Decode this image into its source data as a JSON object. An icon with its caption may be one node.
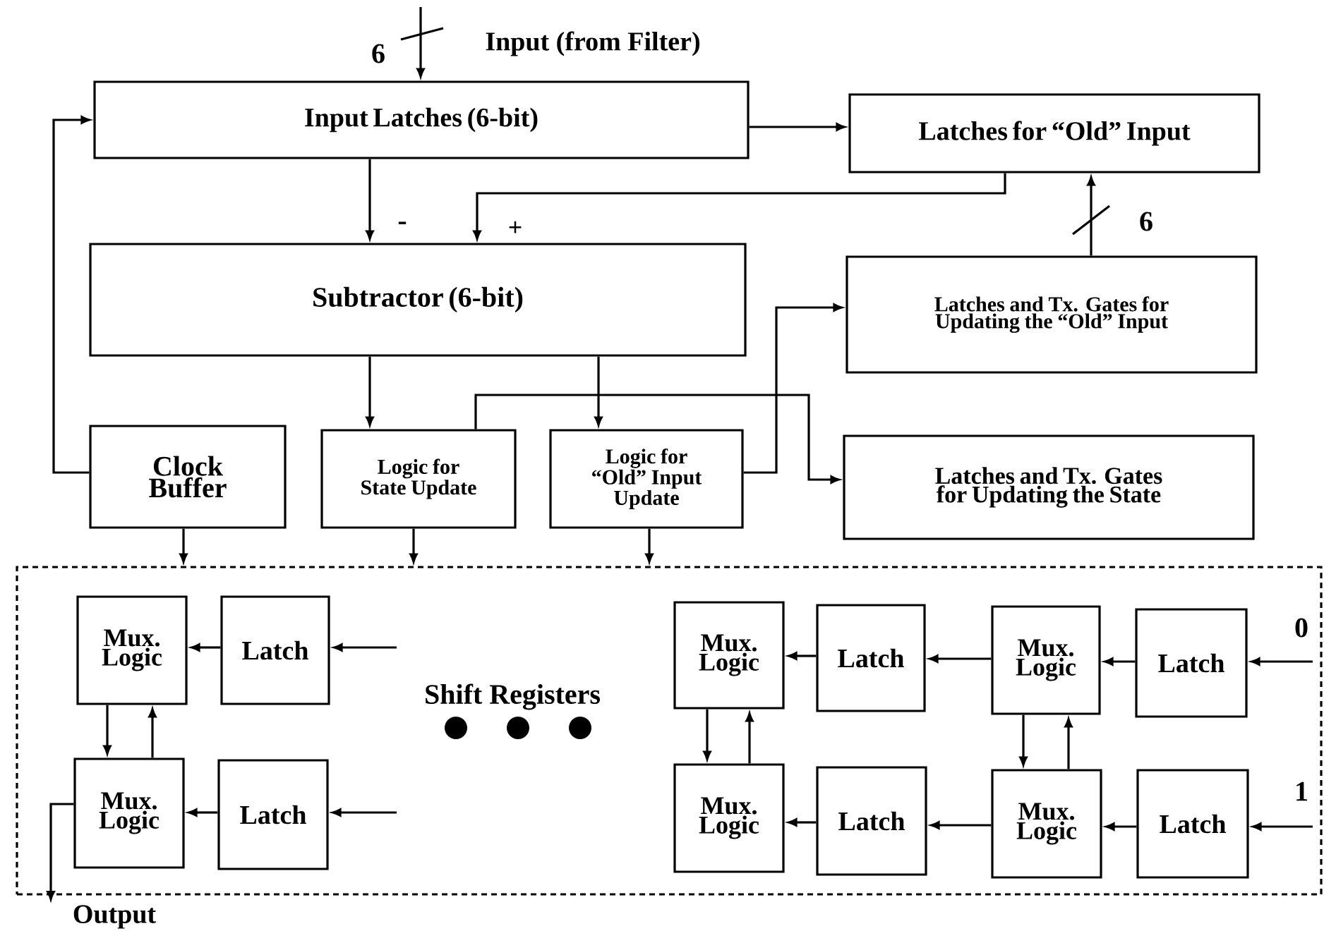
{
  "diagram": {
    "nodes": [
      {
        "text": [
          "Input Latches (6-bit)"
        ]
      },
      {
        "text": [
          "Latches for “Old” Input"
        ]
      },
      {
        "text": [
          "Subtractor (6-bit)"
        ]
      },
      {
        "text": [
          "Latches and Tx. Gates for Updating the “Old” Input"
        ]
      },
      {
        "text": [
          "Clock Buffer"
        ]
      },
      {
        "text": [
          "Logic for State Update"
        ]
      },
      {
        "text": [
          "Logic for “Old” Input Update"
        ]
      },
      {
        "text": [
          "Latches and Tx. Gates for Updating the State"
        ]
      },
      {
        "text": [
          "Shift Registers"
        ]
      },
      {
        "text": [
          "Mux. Logic"
        ],
        "in": 8
      },
      {
        "text": [
          "Latch"
        ],
        "in": 8
      },
      {
        "text": [
          "Mux. Logic"
        ],
        "in": 8
      },
      {
        "text": [
          "Latch"
        ],
        "in": 8
      },
      {
        "text": [
          "Mux. Logic"
        ],
        "in": 8
      },
      {
        "text": [
          "Latch"
        ],
        "in": 8
      },
      {
        "text": [
          "Mux. Logic"
        ],
        "in": 8
      },
      {
        "text": [
          "Latch"
        ],
        "in": 8
      },
      {
        "text": [
          "Mux. Logic"
        ],
        "in": 8
      },
      {
        "text": [
          "Latch"
        ],
        "in": 8
      },
      {
        "text": [
          "Mux. Logic"
        ],
        "in": 8
      },
      {
        "text": [
          "Latch"
        ],
        "in": 8
      },
      {
        "text": [
          "Output"
        ]
      }
    ],
    "edges": [
      {
        "from": null,
        "to": 0,
        "arrow": "to",
        "label": "6"
      },
      {
        "from": 0,
        "to": 1,
        "arrow": "to"
      },
      {
        "from": 0,
        "to": 2,
        "arrow": "to",
        "label": "-"
      },
      {
        "from": 1,
        "to": 2,
        "arrow": "to",
        "label": "+"
      },
      {
        "from": 3,
        "to": 1,
        "arrow": "to",
        "label": "6"
      },
      {
        "from": 2,
        "to": 5,
        "arrow": "to"
      },
      {
        "from": 2,
        "to": 6,
        "arrow": "to"
      },
      {
        "from": 4,
        "to": 0,
        "arrow": "to"
      },
      {
        "from": 5,
        "to": 7,
        "arrow": "to"
      },
      {
        "from": 6,
        "to": 3,
        "arrow": "to"
      },
      {
        "from": 4,
        "to": 8,
        "arrow": "to"
      },
      {
        "from": 5,
        "to": 8,
        "arrow": "to"
      },
      {
        "from": 6,
        "to": 8,
        "arrow": "to"
      },
      {
        "from": 10,
        "to": 9,
        "arrow": "to"
      },
      {
        "from": null,
        "to": 10,
        "arrow": "to"
      },
      {
        "from": 9,
        "to": 11,
        "arrow": "to"
      },
      {
        "from": 11,
        "to": 9,
        "arrow": "to"
      },
      {
        "from": 12,
        "to": 11,
        "arrow": "to"
      },
      {
        "from": null,
        "to": 12,
        "arrow": "to"
      },
      {
        "from": 14,
        "to": 13,
        "arrow": "to"
      },
      {
        "from": 15,
        "to": 14,
        "arrow": "to"
      },
      {
        "from": 16,
        "to": 15,
        "arrow": "to"
      },
      {
        "from": null,
        "to": 16,
        "arrow": "to"
      },
      {
        "from": 13,
        "to": 17,
        "arrow": "to"
      },
      {
        "from": 17,
        "to": 13,
        "arrow": "to"
      },
      {
        "from": 15,
        "to": 19,
        "arrow": "to"
      },
      {
        "from": 19,
        "to": 15,
        "arrow": "to"
      },
      {
        "from": 18,
        "to": 17,
        "arrow": "to"
      },
      {
        "from": 19,
        "to": 18,
        "arrow": "to"
      },
      {
        "from": 20,
        "to": 19,
        "arrow": "to"
      },
      {
        "from": null,
        "to": 20,
        "arrow": "to"
      },
      {
        "from": 11,
        "to": 21,
        "arrow": "to"
      }
    ],
    "labels": [
      "Input (from Filter)",
      "0",
      "1"
    ]
  }
}
